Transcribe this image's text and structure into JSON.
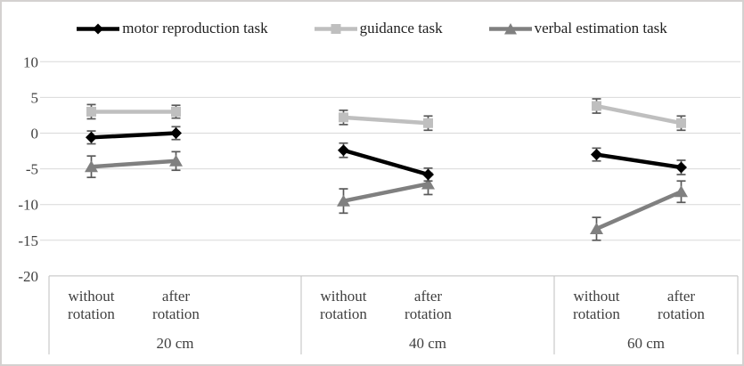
{
  "chart_data": {
    "type": "line",
    "title": "",
    "xlabel": "",
    "ylabel": "",
    "ylim": [
      -20,
      10
    ],
    "yticks": [
      10,
      5,
      0,
      -5,
      -10,
      -15,
      -20
    ],
    "grid": "horizontal",
    "legend_position": "top",
    "groups": [
      "20 cm",
      "40 cm",
      "60 cm"
    ],
    "conditions": [
      "without rotation",
      "after rotation"
    ],
    "categories": [
      "20 cm without rotation",
      "20 cm after rotation",
      "40 cm without rotation",
      "40 cm after rotation",
      "60 cm without rotation",
      "60 cm after rotation"
    ],
    "series": [
      {
        "name": "motor reproduction task",
        "marker": "diamond",
        "color": "#000000",
        "values": [
          -0.6,
          0.0,
          -2.4,
          -5.8,
          -3.0,
          -4.8
        ],
        "errors": [
          0.9,
          0.9,
          1.0,
          0.9,
          0.9,
          1.0
        ]
      },
      {
        "name": "guidance task",
        "marker": "square",
        "color": "#bfbfbf",
        "values": [
          3.0,
          3.0,
          2.2,
          1.4,
          3.8,
          1.4
        ],
        "errors": [
          1.0,
          0.9,
          1.0,
          1.0,
          1.0,
          1.0
        ]
      },
      {
        "name": "verbal estimation task",
        "marker": "triangle",
        "color": "#808080",
        "values": [
          -4.7,
          -3.9,
          -9.5,
          -7.1,
          -13.4,
          -8.2
        ],
        "errors": [
          1.5,
          1.3,
          1.7,
          1.5,
          1.6,
          1.5
        ]
      }
    ],
    "error_bar_color": "#595959",
    "lines_connect_within_group_only": true
  },
  "style_colors": {
    "gridline": "#d9d9d9",
    "table_border": "#bfbfbf",
    "tick_label": "#404040",
    "legend_text": "#1f1f1f"
  }
}
